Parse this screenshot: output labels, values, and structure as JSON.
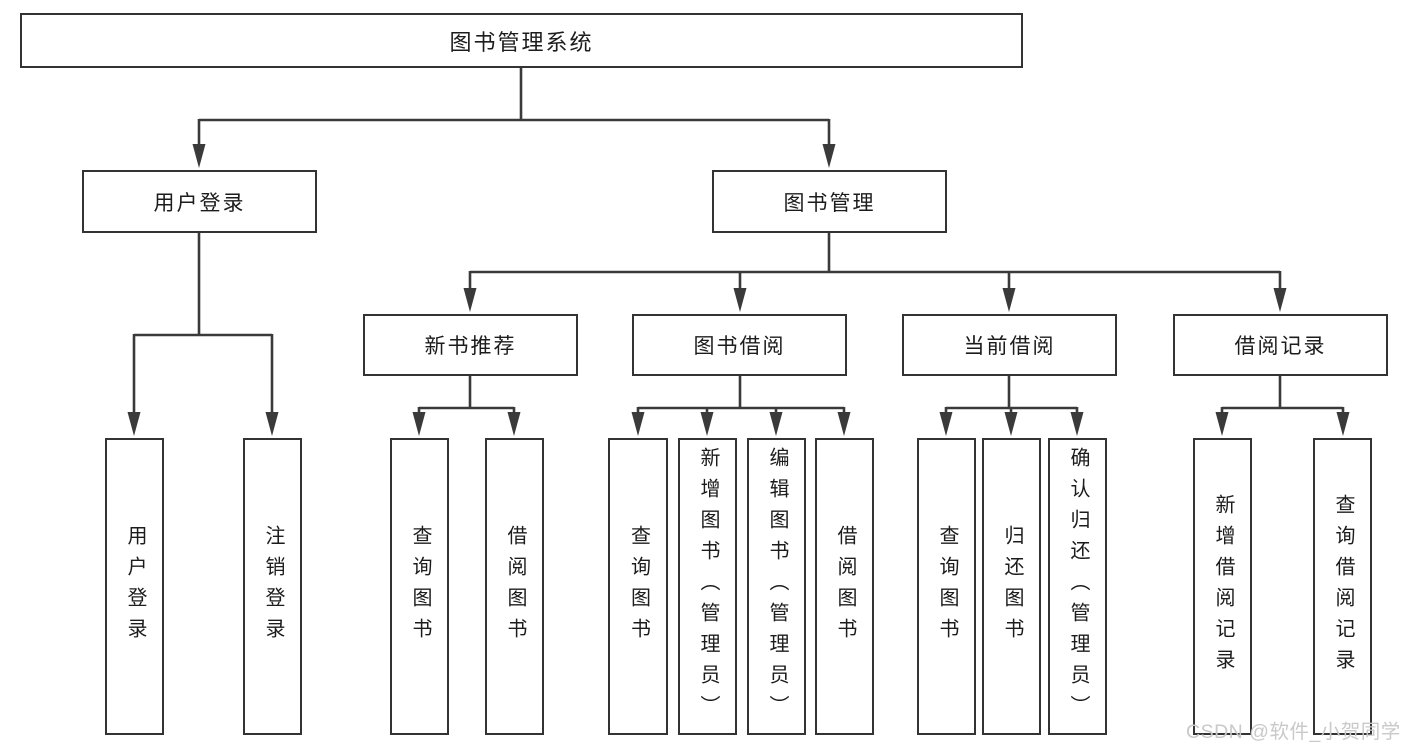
{
  "watermark": "CSDN @软件_小贺同学",
  "tree": {
    "label": "图书管理系统",
    "children": [
      {
        "label": "用户登录",
        "children": [
          {
            "label": "用户登录"
          },
          {
            "label": "注销登录"
          }
        ]
      },
      {
        "label": "图书管理",
        "children": [
          {
            "label": "新书推荐",
            "children": [
              {
                "label": "查询图书"
              },
              {
                "label": "借阅图书"
              }
            ]
          },
          {
            "label": "图书借阅",
            "children": [
              {
                "label": "查询图书"
              },
              {
                "label": "新增图书（管理员）"
              },
              {
                "label": "编辑图书（管理员）"
              },
              {
                "label": "借阅图书"
              }
            ]
          },
          {
            "label": "当前借阅",
            "children": [
              {
                "label": "查询图书"
              },
              {
                "label": "归还图书"
              },
              {
                "label": "确认归还（管理员）"
              }
            ]
          },
          {
            "label": "借阅记录",
            "children": [
              {
                "label": "新增借阅记录"
              },
              {
                "label": "查询借阅记录"
              }
            ]
          }
        ]
      }
    ]
  },
  "colors": {
    "box_border": "#333333",
    "line": "#3a3a3a",
    "text": "#1c1c1c",
    "background": "#ffffff",
    "watermark_text": "#c9c9c9"
  }
}
